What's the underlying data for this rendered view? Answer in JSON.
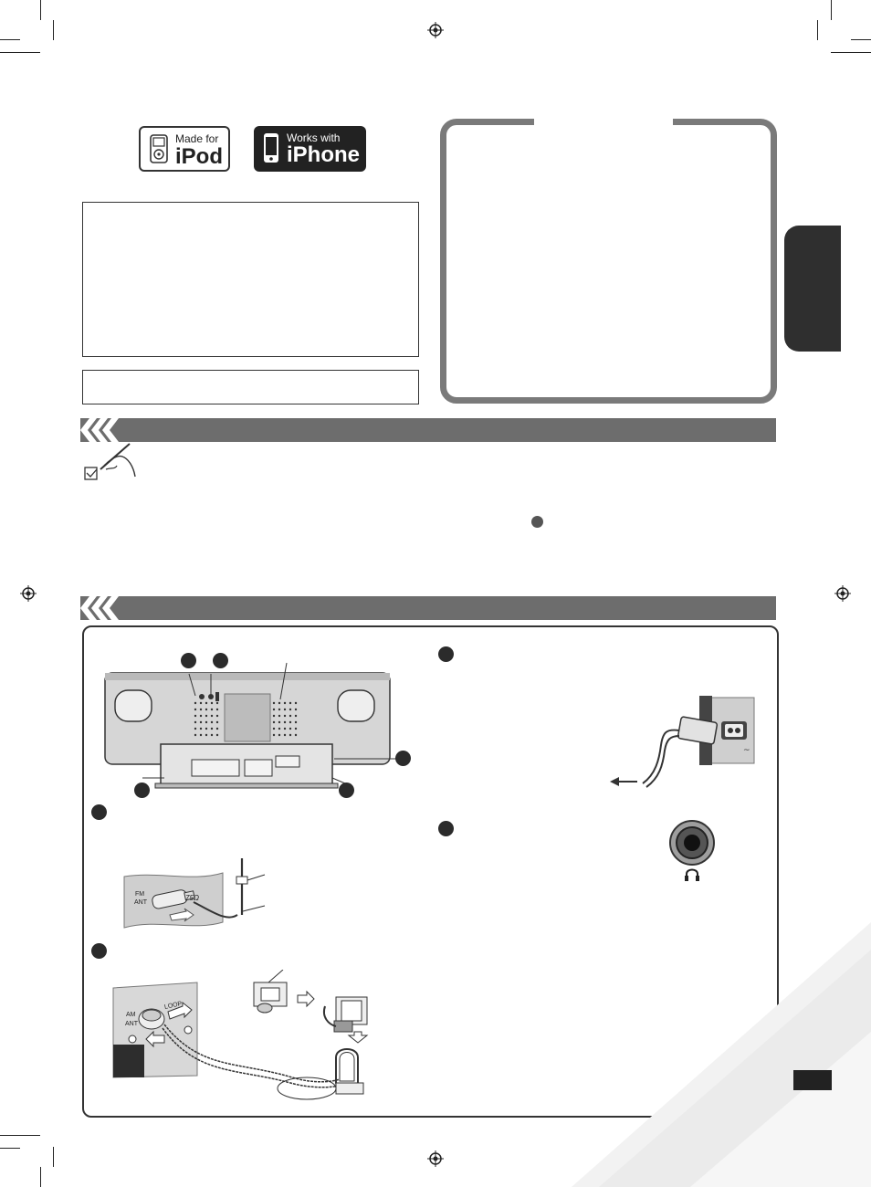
{
  "logos": {
    "ipod": {
      "line1": "Made for",
      "line2": "iPod"
    },
    "iphone": {
      "line1": "Works with",
      "line2": "iPhone"
    }
  },
  "diagrams": {
    "fm_antenna": {
      "jack_label_1": "FM",
      "jack_label_2": "ANT",
      "impedance": "75Ω"
    },
    "am_antenna": {
      "jack_label_1": "AM",
      "jack_label_2": "ANT",
      "loop_label": "LOOP"
    }
  },
  "colors": {
    "section_bar": "#6d6d6d",
    "panel_border": "#7a7a7a",
    "tab": "#2f2f2f",
    "marker": "#2b2b2b"
  }
}
